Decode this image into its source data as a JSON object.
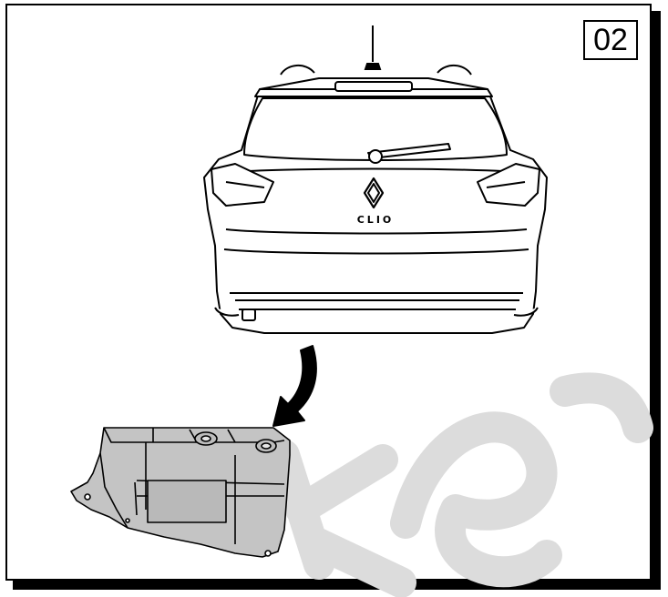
{
  "step": {
    "number": "02"
  },
  "car": {
    "badge": "CLIO"
  },
  "watermark": {
    "text": "Ken",
    "color": "#d9d9d9"
  },
  "colors": {
    "line": "#000000",
    "part_fill": "#c8c8c8",
    "part_shade": "#b3b3b3",
    "background": "#ffffff"
  }
}
